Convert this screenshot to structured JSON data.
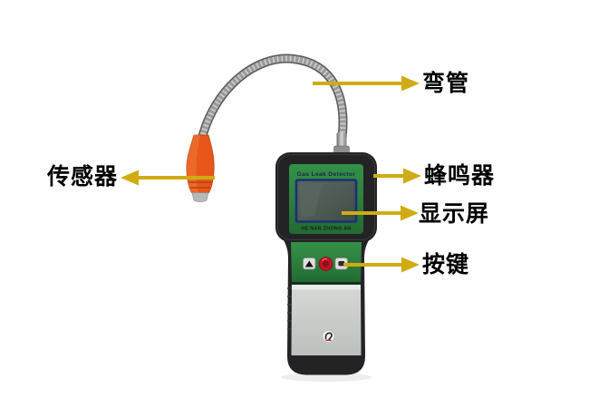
{
  "diagram": {
    "title_semantic": "gas-leak-detector-parts-diagram",
    "background_color": "#ffffff"
  },
  "device": {
    "brand_text": "Gas Leak Detector",
    "subbrand_text": "HE NAN ZHONG AN",
    "shell_color": "#232326",
    "face_color": "#2d7f3e",
    "face_color_dark": "#256b33",
    "screen_color": "#4e5a54",
    "screen_border_color": "#1c2f77",
    "divider_color": "#13321c",
    "stripe_color": "#e9ebe9",
    "label_panel_color": "#c9ccc9",
    "power_button_color": "#c41425",
    "power_button_core_color": "#8d0f1c",
    "key_button_color": "#dedede",
    "sensor_tip_color": "#e8561a",
    "sensor_tip_rib_color": "#b5430f",
    "metal_color": "#9a9a9a"
  },
  "annotations": {
    "arrow_color": "#d0ab15",
    "labels": [
      {
        "id": "bend-tube",
        "text": "弯管"
      },
      {
        "id": "sensor",
        "text": "传感器"
      },
      {
        "id": "buzzer",
        "text": "蜂鸣器"
      },
      {
        "id": "display",
        "text": "显示屏"
      },
      {
        "id": "buttons",
        "text": "按键"
      }
    ]
  }
}
